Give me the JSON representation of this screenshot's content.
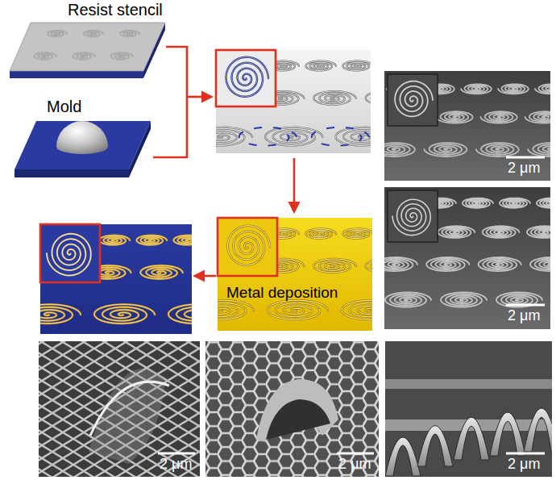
{
  "diagram": {
    "labels": [
      "Resist stencil",
      "Mold",
      "Metal deposition",
      "2 μm",
      "2 μm",
      "2 μm",
      "2 μm",
      "2 μm"
    ]
  }
}
